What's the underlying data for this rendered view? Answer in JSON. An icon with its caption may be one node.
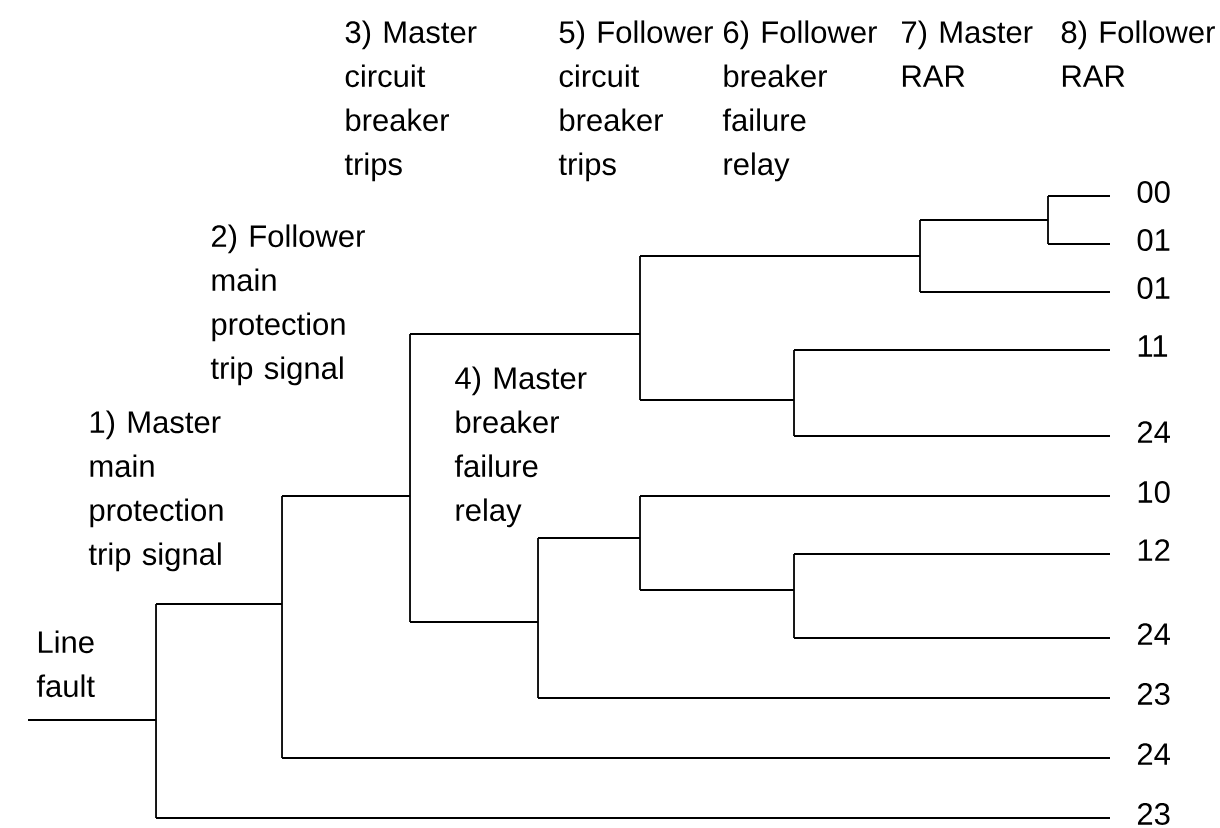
{
  "diagram": {
    "labels": [
      "3) Master circuit breaker trips",
      "5) Follower circuit breaker trips",
      "6) Follower breaker failure relay",
      "7) Master RAR",
      "8) Follower RAR",
      "2) Follower main protection trip signal",
      "1) Master main protection trip signal",
      "4) Master breaker failure relay",
      "Line fault",
      "00",
      "01",
      "01",
      "11",
      "24",
      "10",
      "12",
      "24",
      "23",
      "24",
      "23"
    ]
  }
}
